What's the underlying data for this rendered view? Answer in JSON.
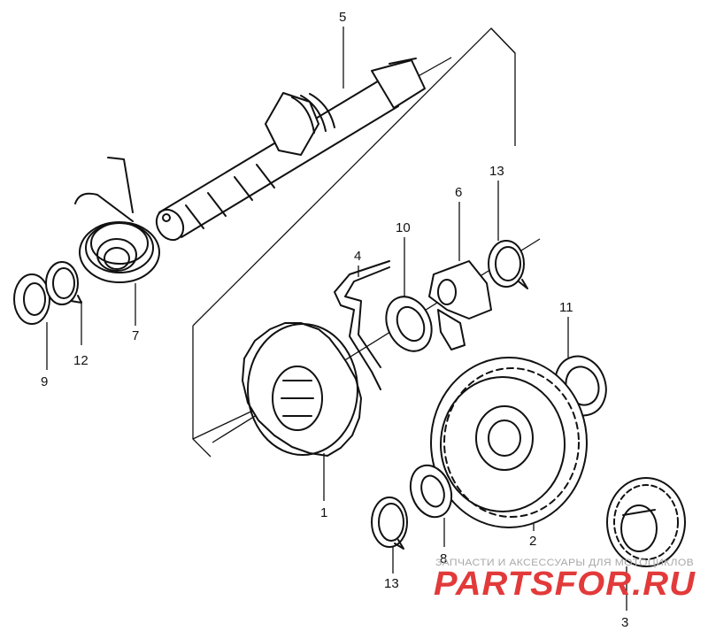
{
  "diagram": {
    "callouts": [
      {
        "id": "1",
        "label": "1"
      },
      {
        "id": "2",
        "label": "2"
      },
      {
        "id": "3",
        "label": "3"
      },
      {
        "id": "4",
        "label": "4"
      },
      {
        "id": "5",
        "label": "5"
      },
      {
        "id": "6",
        "label": "6"
      },
      {
        "id": "7",
        "label": "7"
      },
      {
        "id": "8",
        "label": "8"
      },
      {
        "id": "9",
        "label": "9"
      },
      {
        "id": "10",
        "label": "10"
      },
      {
        "id": "11",
        "label": "11"
      },
      {
        "id": "12",
        "label": "12"
      },
      {
        "id": "13a",
        "label": "13"
      },
      {
        "id": "13b",
        "label": "13"
      }
    ]
  },
  "watermark": {
    "tagline": "ЗАПЧАСТИ И АКСЕССУАРЫ ДЛЯ МОТОЦИКЛОВ",
    "brand_left": "PARTS",
    "brand_mid": "FOR",
    "brand_right": ".RU",
    "brand_color": "#e23a3a"
  }
}
